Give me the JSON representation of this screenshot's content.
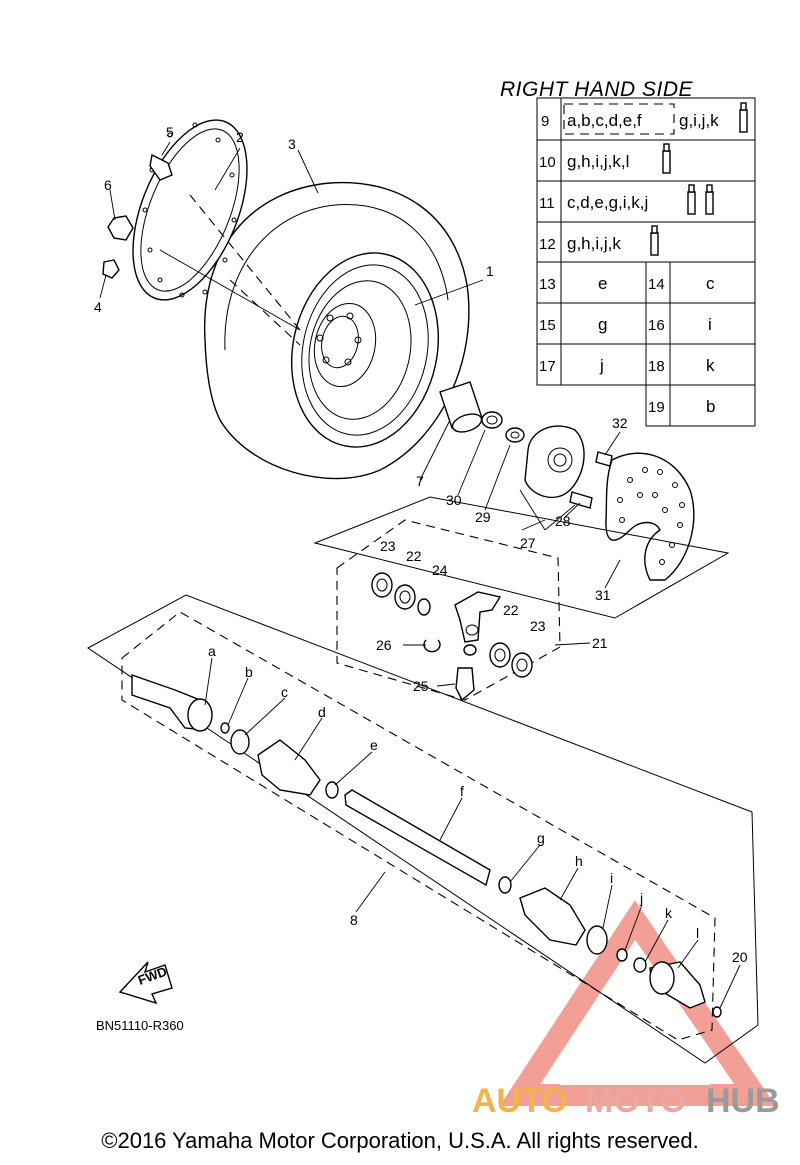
{
  "table": {
    "title": "RIGHT HAND SIDE",
    "rows": [
      {
        "num": "9",
        "boxed": "a,b,c,d,e,f",
        "rest": "g,i,j,k",
        "tubes": 1
      },
      {
        "num": "10",
        "text": "g,h,i,j,k,l",
        "tubes": 1
      },
      {
        "num": "11",
        "text": "c,d,e,g,i,k,j",
        "tubes": 2
      },
      {
        "num": "12",
        "text": "g,h,i,j,k",
        "tubes": 1
      }
    ],
    "pairs": [
      {
        "n1": "13",
        "v1": "e",
        "n2": "14",
        "v2": "c"
      },
      {
        "n1": "15",
        "v1": "g",
        "n2": "16",
        "v2": "i"
      },
      {
        "n1": "17",
        "v1": "j",
        "n2": "18",
        "v2": "k"
      }
    ],
    "last": {
      "n": "19",
      "v": "b"
    }
  },
  "labels": {
    "l1": "1",
    "l2": "2",
    "l3": "3",
    "l4": "4",
    "l5": "5",
    "l6": "6",
    "l7": "7",
    "l8": "8",
    "l20": "20",
    "l21": "21",
    "l22a": "22",
    "l22b": "22",
    "l23a": "23",
    "l23b": "23",
    "l24": "24",
    "l25": "25",
    "l26": "26",
    "l27": "27",
    "l28": "28",
    "l29": "29",
    "l30": "30",
    "l31": "31",
    "l32": "32",
    "la": "a",
    "lb": "b",
    "lc": "c",
    "ld": "d",
    "le": "e",
    "lf": "f",
    "lg": "g",
    "lh": "h",
    "li": "i",
    "lj": "j",
    "lk": "k",
    "ll": "l"
  },
  "fwd": "FWD",
  "diagram_code": "BN51110-R360",
  "copyright": "©2016 Yamaha Motor Corporation, U.S.A. All rights reserved.",
  "watermark": {
    "auto": "AUTO",
    "moto": "MOTO",
    "hub": "HUB",
    "colors": {
      "auto": "#f2b34a",
      "moto": "#e9a7a3",
      "hub": "#9a9a9a",
      "triangle": "#e8533f"
    }
  }
}
